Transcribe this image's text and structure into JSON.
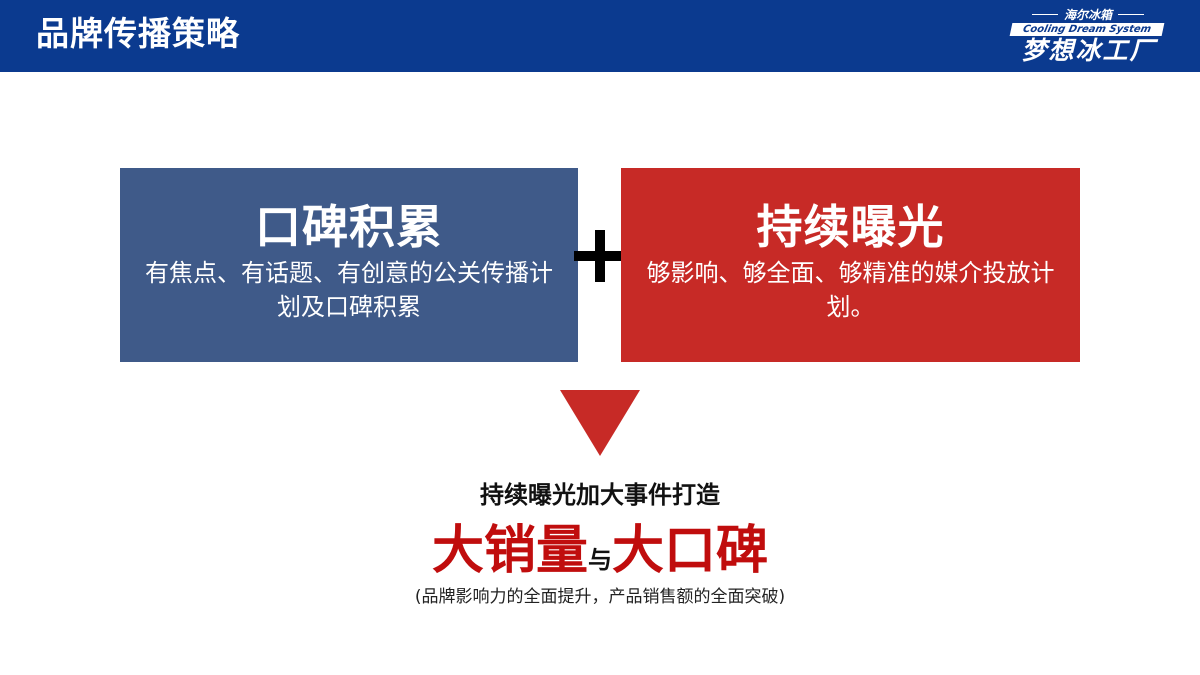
{
  "header": {
    "title": "品牌传播策略",
    "bg_color": "#0b3a8f",
    "logo": {
      "top_text": "海尔冰箱",
      "band_text": "Cooling Dream System",
      "main_text": "梦想冰工厂"
    }
  },
  "boxes": [
    {
      "title": "口碑积累",
      "description": "有焦点、有话题、有创意的公关传播计划及口碑积累",
      "color": "#3f5a89"
    },
    {
      "title": "持续曝光",
      "description": "够影响、够全面、够精准的媒介投放计划。",
      "color": "#c72a26"
    }
  ],
  "operator": "plus-icon",
  "result": {
    "arrow": "down-triangle",
    "heading": "持续曝光加大事件打造",
    "big_left": "大销量",
    "connector": "与",
    "big_right": "大口碑",
    "caption": "(品牌影响力的全面提升，产品销售额的全面突破)",
    "accent_color": "#c00d0d"
  }
}
